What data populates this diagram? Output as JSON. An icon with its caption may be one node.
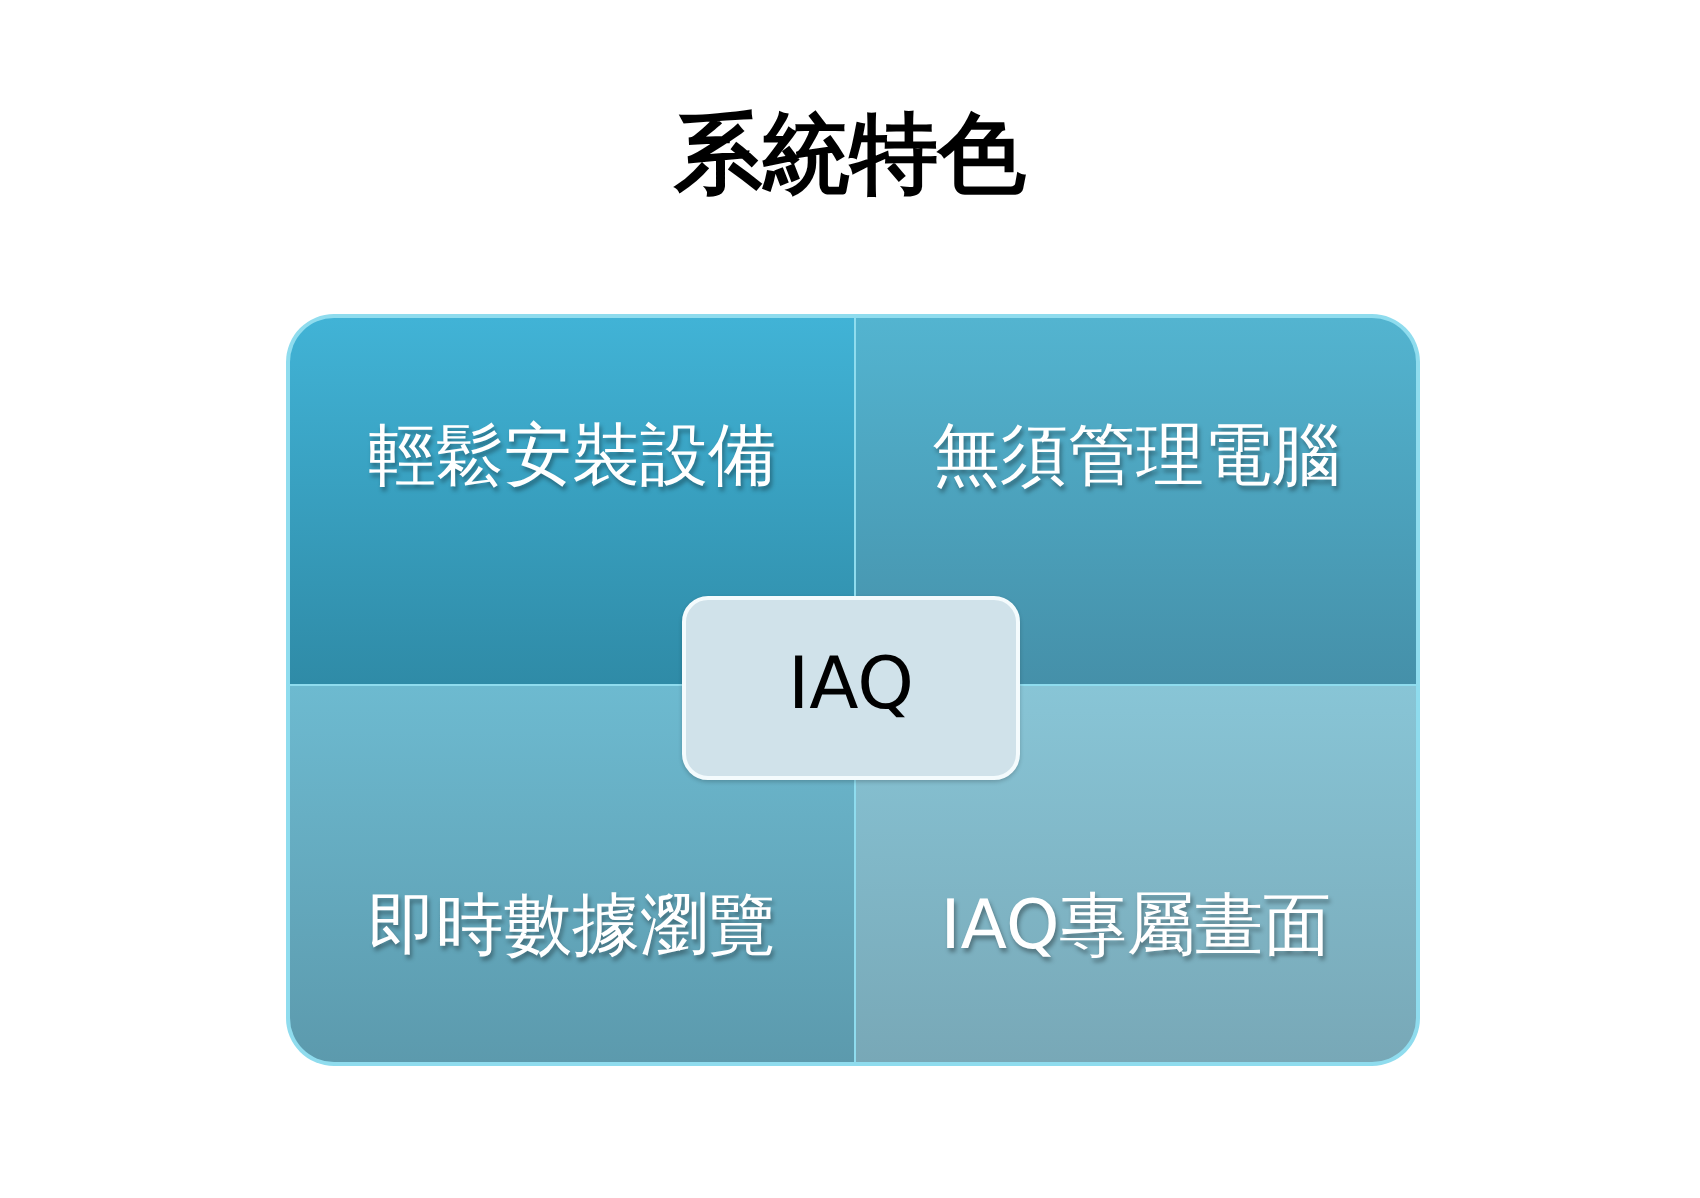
{
  "diagram": {
    "title": "系統特色",
    "nodes": [
      {
        "text": [
          "輕鬆安裝設備"
        ]
      },
      {
        "text": [
          "無須管理電腦"
        ]
      },
      {
        "text": [
          "IAQ"
        ]
      },
      {
        "text": [
          "即時數據瀏覽"
        ]
      },
      {
        "text": [
          "IAQ專屬畫面"
        ]
      }
    ]
  }
}
